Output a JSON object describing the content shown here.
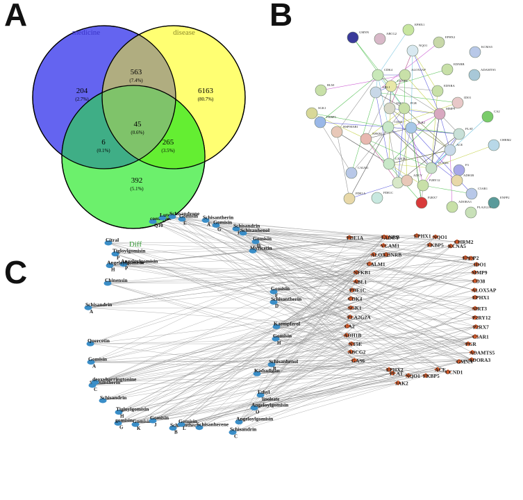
{
  "panels": {
    "a": "A",
    "b": "B",
    "c": "C"
  },
  "venn": {
    "labels": {
      "medicine": "medicine",
      "disease": "disease",
      "diff": "Diff"
    },
    "label_colors": {
      "medicine": "#3a34c8",
      "disease": "#8d8a2a",
      "diff": "#2a9a2a"
    },
    "fills": {
      "medicine": "#6464f0",
      "disease": "#ffff72",
      "diff": "#6cf06c"
    },
    "regions": [
      {
        "id": "medicine-only",
        "count": "204",
        "pct": "(2.7%)"
      },
      {
        "id": "medicine-disease",
        "count": "563",
        "pct": "(7.4%)"
      },
      {
        "id": "disease-only",
        "count": "6163",
        "pct": "(80.7%)"
      },
      {
        "id": "all-three",
        "count": "45",
        "pct": "(0.6%)"
      },
      {
        "id": "medicine-diff",
        "count": "6",
        "pct": "(0.1%)"
      },
      {
        "id": "disease-diff",
        "count": "265",
        "pct": "(3.5%)"
      },
      {
        "id": "diff-only",
        "count": "392",
        "pct": "(5.1%)"
      }
    ]
  },
  "ppi": {
    "nodes": [
      {
        "id": "EPHX1",
        "color": "#c8e6a0"
      },
      {
        "id": "EPHX2",
        "color": "#c8d8a8"
      },
      {
        "id": "ABCG2",
        "color": "#d8b8c8"
      },
      {
        "id": "GMNN",
        "color": "#3a3a9a"
      },
      {
        "id": "NQO1",
        "color": "#d8e8f0"
      },
      {
        "id": "KCMA5",
        "color": "#b8c8e8"
      },
      {
        "id": "ADAMTS5",
        "color": "#a8c8d8"
      },
      {
        "id": "EDNRB",
        "color": "#c8e0a8"
      },
      {
        "id": "ALOX5AP",
        "color": "#c8e0a8"
      },
      {
        "id": "CCND1",
        "color": "#e8e8a8"
      },
      {
        "id": "CDK4",
        "color": "#c8e8b8"
      },
      {
        "id": "BLM",
        "color": "#c8e0a8"
      },
      {
        "id": "SGK1",
        "color": "#d8d898"
      },
      {
        "id": "ABL1",
        "color": "#c8d8e8"
      },
      {
        "id": "FKBP5",
        "color": "#9ab8e8"
      },
      {
        "id": "HSP90AB1",
        "color": "#e8c8b8"
      },
      {
        "id": "JAK2",
        "color": "#d8d8c8"
      },
      {
        "id": "PGR",
        "color": "#c8e0a8"
      },
      {
        "id": "EDNRA",
        "color": "#c8e0a8"
      },
      {
        "id": "IDO1",
        "color": "#e8c8c8"
      },
      {
        "id": "MMP9",
        "color": "#d8a8c0"
      },
      {
        "id": "CA2",
        "color": "#7acc6a"
      },
      {
        "id": "PLAT",
        "color": "#c8e0d8"
      },
      {
        "id": "CHRM2",
        "color": "#b8d8e8"
      },
      {
        "id": "NFKB1",
        "color": "#e8b8b0"
      },
      {
        "id": "CD38",
        "color": "#c8e8c8"
      },
      {
        "id": "TLR2",
        "color": "#a8c8e8"
      },
      {
        "id": "ACE",
        "color": "#c8d8e8"
      },
      {
        "id": "F3",
        "color": "#a8a8e8"
      },
      {
        "id": "ADH1B",
        "color": "#e8d8a8"
      },
      {
        "id": "CALM1",
        "color": "#b8c8e8"
      },
      {
        "id": "CX3CR1",
        "color": "#c8e8c8"
      },
      {
        "id": "VCAM1",
        "color": "#c8e0c8"
      },
      {
        "id": "C5AR1",
        "color": "#b8c8e8"
      },
      {
        "id": "NT5E",
        "color": "#d8e8c8"
      },
      {
        "id": "P2RY12",
        "color": "#c8e0a8"
      },
      {
        "id": "PDE1A",
        "color": "#e8d8a8"
      },
      {
        "id": "PDE1C",
        "color": "#c8e8e0"
      },
      {
        "id": "P2RX7",
        "color": "#d83a3a"
      },
      {
        "id": "ENPP2",
        "color": "#5a9a9a"
      },
      {
        "id": "ADORA3",
        "color": "#c8e0a8"
      },
      {
        "id": "PLA2G2A",
        "color": "#c8e0b8"
      },
      {
        "id": "ADCY",
        "color": "#e8c8b8"
      }
    ]
  },
  "network": {
    "herbs": [
      {
        "label": "coenzyme",
        "sub": "Q10"
      },
      {
        "label": "Lutein",
        "sub": ""
      },
      {
        "label": "Schisandrone",
        "sub": ""
      },
      {
        "label": "Gomisin",
        "sub": "E"
      },
      {
        "label": "Schisantherin",
        "sub": "A"
      },
      {
        "label": "Gomisin",
        "sub": "G"
      },
      {
        "label": "Schisandrin",
        "sub": "B"
      },
      {
        "label": "Schisanhenol",
        "sub": ""
      },
      {
        "label": "Gomisin",
        "sub": "D"
      },
      {
        "label": "Citral",
        "sub": ""
      },
      {
        "label": "Myricetin",
        "sub": ""
      },
      {
        "label": "Tigloylgomisin",
        "sub": "P"
      },
      {
        "label": "Angeloylgomisin",
        "sub": "P"
      },
      {
        "label": "Angeloylgomisin",
        "sub": "H"
      },
      {
        "label": "Gomisin",
        "sub": "F"
      },
      {
        "label": "Chinensin",
        "sub": ""
      },
      {
        "label": "Schisantherin",
        "sub": "D"
      },
      {
        "label": "Schisandrin",
        "sub": "A"
      },
      {
        "label": "Kaempferol",
        "sub": ""
      },
      {
        "label": "Quercetin",
        "sub": ""
      },
      {
        "label": "Gomisin",
        "sub": "H"
      },
      {
        "label": "Gomisin",
        "sub": "A"
      },
      {
        "label": "Schisanhenol",
        "sub": "B"
      },
      {
        "label": "Schisantherin",
        "sub": "C"
      },
      {
        "label": "Kadsuligan",
        "sub": ""
      },
      {
        "label": "deoxyharringtonine",
        "sub": ""
      },
      {
        "label": "Ethyl",
        "sub": "linoleate"
      },
      {
        "label": "Schisandrin",
        "sub": ""
      },
      {
        "label": "Tigloylgomisin",
        "sub": "H"
      },
      {
        "label": "Angeloylgomisin",
        "sub": "O"
      },
      {
        "label": "gomisin",
        "sub": "G"
      },
      {
        "label": "Gomisin",
        "sub": "K"
      },
      {
        "label": "Schisandrin",
        "sub": "C"
      },
      {
        "label": "Gomisin",
        "sub": "J"
      },
      {
        "label": "Angeloylgomisin",
        "sub": ""
      },
      {
        "label": "Schisantherin",
        "sub": "B"
      },
      {
        "label": "Gomisin",
        "sub": "L"
      },
      {
        "label": "Schisanherene",
        "sub": ""
      }
    ],
    "targets": [
      "PDE1A",
      "EDNRB",
      "NQO1",
      "EPHX1",
      "ADCY",
      "CHRM2",
      "VCAM1",
      "KCNA5",
      "FKBP5",
      "ENPP2",
      "ALOX5",
      "EDNRB",
      "F3",
      "CALM1",
      "IDO1",
      "NFKB1",
      "MMP9",
      "ABL1",
      "CD38",
      "PDE1C",
      "ALOX5AP",
      "CDK4",
      "EPHX1",
      "SGK1",
      "SIRT3",
      "PLA2G2A",
      "P2RY12",
      "CA2",
      "P2RX7",
      "ADH1B",
      "C5AR1",
      "NT5E",
      "PGR",
      "ABCG2",
      "ADAMTS5",
      "GAS6",
      "ADORA3",
      "EPHX2",
      "GMNN",
      "PLAT",
      "CCND1",
      "JAK2",
      "NQO1",
      "FKBP5",
      "ACE"
    ]
  }
}
